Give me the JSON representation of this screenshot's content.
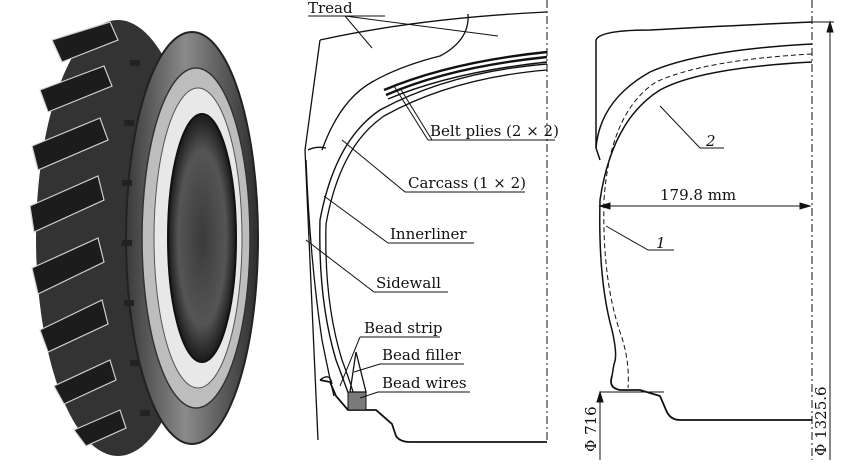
{
  "labels": {
    "tread": "Tread",
    "belt_plies": "Belt plies (2 × 2)",
    "carcass": "Carcass (1 × 2)",
    "innerliner": "Innerliner",
    "sidewall": "Sidewall",
    "bead_strip": "Bead strip",
    "bead_filler": "Bead filler",
    "bead_wires": "Bead wires"
  },
  "dimensions": {
    "section_width": "179.8 mm",
    "bead_diameter": "Φ 716",
    "outer_diameter": "Φ 1325.6",
    "profile_1": "1",
    "profile_2": "2"
  },
  "colors": {
    "ink": "#111111",
    "tire_dark": "#2a2a2a",
    "tire_mid": "#6e6e6e",
    "tire_light": "#cfcfcf"
  }
}
